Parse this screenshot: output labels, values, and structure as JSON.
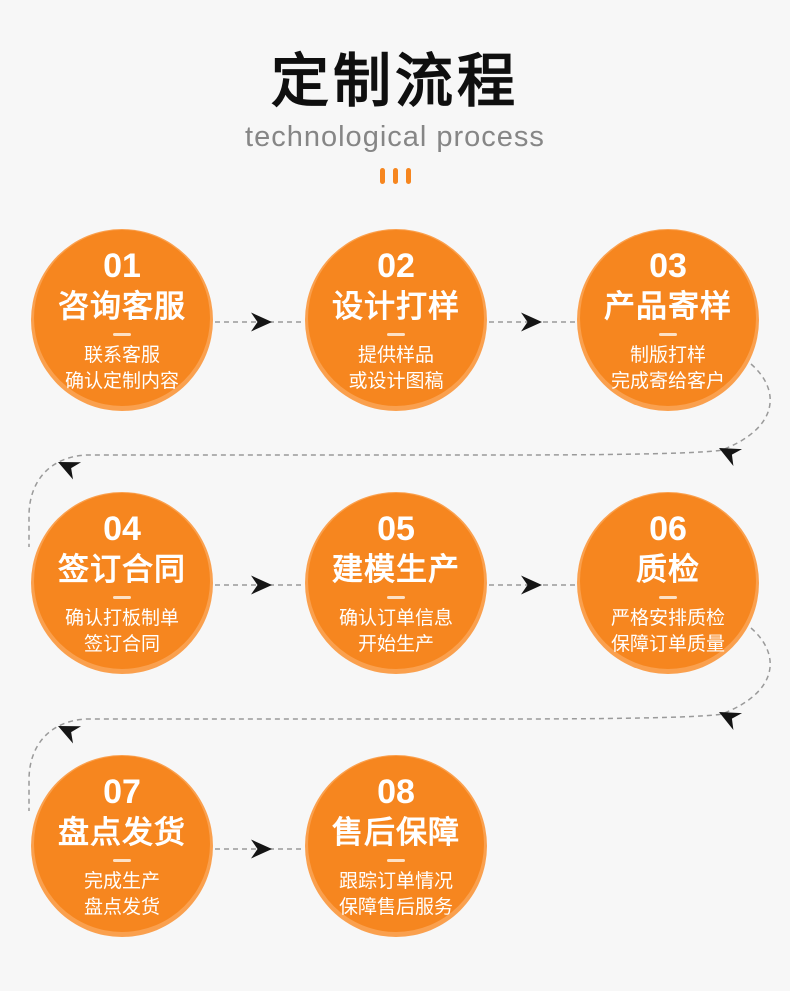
{
  "header": {
    "title": "定制流程",
    "subtitle": "technological process",
    "decoration": {
      "icon": "three-vertical-bars",
      "count": 3
    }
  },
  "steps": [
    {
      "num": "01",
      "title": "咨询客服",
      "desc1": "联系客服",
      "desc2": "确认定制内容"
    },
    {
      "num": "02",
      "title": "设计打样",
      "desc1": "提供样品",
      "desc2": "或设计图稿"
    },
    {
      "num": "03",
      "title": "产品寄样",
      "desc1": "制版打样",
      "desc2": "完成寄给客户"
    },
    {
      "num": "04",
      "title": "签订合同",
      "desc1": "确认打板制单",
      "desc2": "签订合同"
    },
    {
      "num": "05",
      "title": "建模生产",
      "desc1": "确认订单信息",
      "desc2": "开始生产"
    },
    {
      "num": "06",
      "title": "质检",
      "desc1": "严格安排质检",
      "desc2": "保障订单质量"
    },
    {
      "num": "07",
      "title": "盘点发货",
      "desc1": "完成生产",
      "desc2": "盘点发货"
    },
    {
      "num": "08",
      "title": "售后保障",
      "desc1": "跟踪订单情况",
      "desc2": "保障售后服务"
    }
  ],
  "connectors": [
    {
      "from": "01",
      "to": "02",
      "style": "dashed-arrow-right"
    },
    {
      "from": "02",
      "to": "03",
      "style": "dashed-arrow-right"
    },
    {
      "from": "03",
      "to": "04",
      "style": "dashed-s-curve-left-down"
    },
    {
      "from": "04",
      "to": "05",
      "style": "dashed-arrow-right"
    },
    {
      "from": "05",
      "to": "06",
      "style": "dashed-arrow-right"
    },
    {
      "from": "06",
      "to": "07",
      "style": "dashed-s-curve-left-down"
    },
    {
      "from": "07",
      "to": "08",
      "style": "dashed-arrow-right"
    }
  ],
  "colors": {
    "background": "#f7f7f7",
    "orange_main": "#f6861f",
    "orange_light_rim": "#faa04e",
    "dash_line": "#9a9a9a",
    "arrow_head": "#151515",
    "title_text": "#0f0f0f",
    "subtitle_text": "#868686",
    "circle_text": "#ffffff"
  }
}
